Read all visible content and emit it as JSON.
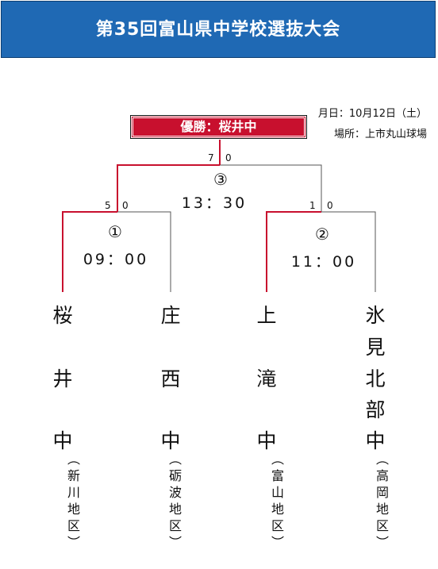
{
  "title": "第35回富山県中学校選抜大会",
  "info": {
    "date": "月日：10月12日（土）",
    "venue": "場所：上市丸山球場"
  },
  "champion": "優勝：桜井中",
  "matches": [
    {
      "num": "①",
      "time": "09：00",
      "score_left": "5",
      "score_right": "0"
    },
    {
      "num": "②",
      "time": "11：00",
      "score_left": "1",
      "score_right": "0"
    },
    {
      "num": "③",
      "time": "13：30",
      "score_left": "7",
      "score_right": "0"
    }
  ],
  "teams": [
    {
      "chars": [
        "桜",
        "井",
        "中"
      ],
      "region": [
        "新",
        "川",
        "地",
        "区"
      ]
    },
    {
      "chars": [
        "庄",
        "西",
        "中"
      ],
      "region": [
        "砺",
        "波",
        "地",
        "区"
      ]
    },
    {
      "chars": [
        "上",
        "滝",
        "中"
      ],
      "region": [
        "富",
        "山",
        "地",
        "区"
      ]
    },
    {
      "chars": [
        "氷",
        "見",
        "北",
        "部",
        "中"
      ],
      "region": [
        "高",
        "岡",
        "地",
        "区"
      ]
    }
  ],
  "colors": {
    "banner": "#1f69b4",
    "winner_line": "#c8102e",
    "line": "#555555"
  }
}
